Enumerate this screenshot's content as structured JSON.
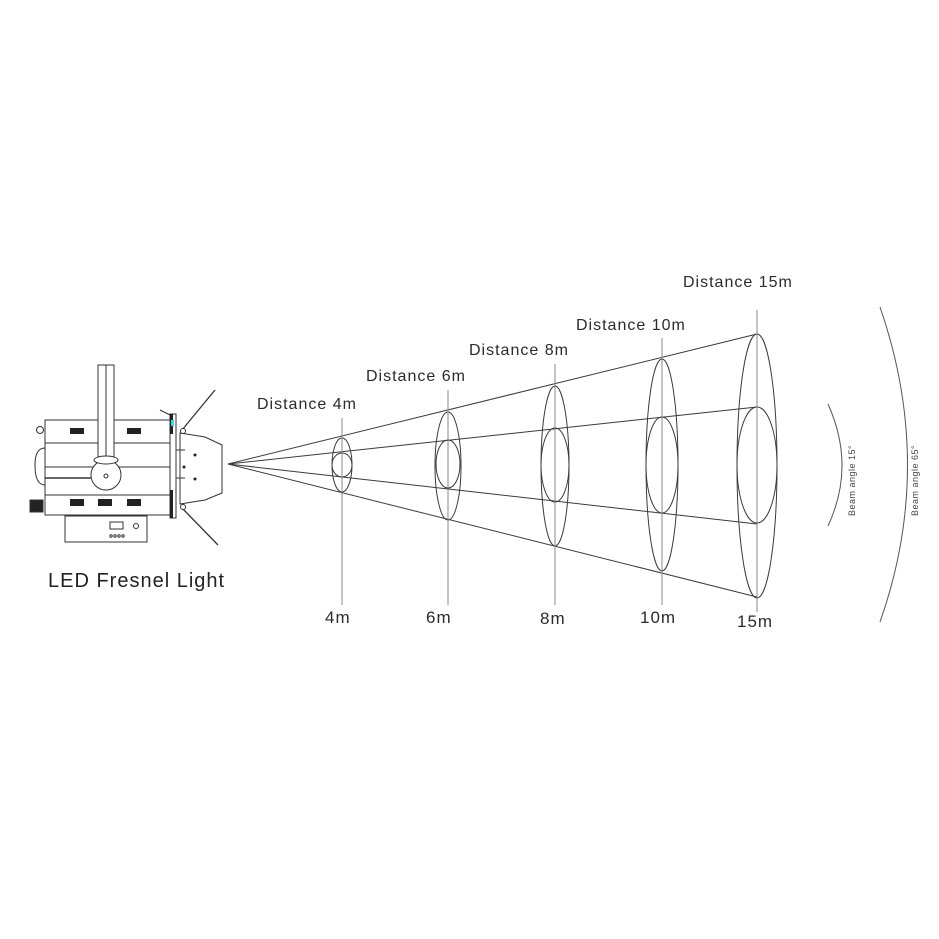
{
  "fixture": {
    "title": "LED Fresnel  Light",
    "icon": "fresnel-spotlight-icon"
  },
  "distances": [
    {
      "top_label": "Distance 4m",
      "bottom_label": "4m"
    },
    {
      "top_label": "Distance 6m",
      "bottom_label": "6m"
    },
    {
      "top_label": "Distance 8m",
      "bottom_label": "8m"
    },
    {
      "top_label": "Distance 10m",
      "bottom_label": "10m"
    },
    {
      "top_label": "Distance 15m",
      "bottom_label": "15m"
    }
  ],
  "beam_angles": [
    {
      "label": "Beam angle 15°"
    },
    {
      "label": "Beam angle 65°"
    }
  ],
  "colors": {
    "line": "#3a3a3a",
    "text": "#2b2b2b",
    "accent": "#3fd4e0"
  }
}
